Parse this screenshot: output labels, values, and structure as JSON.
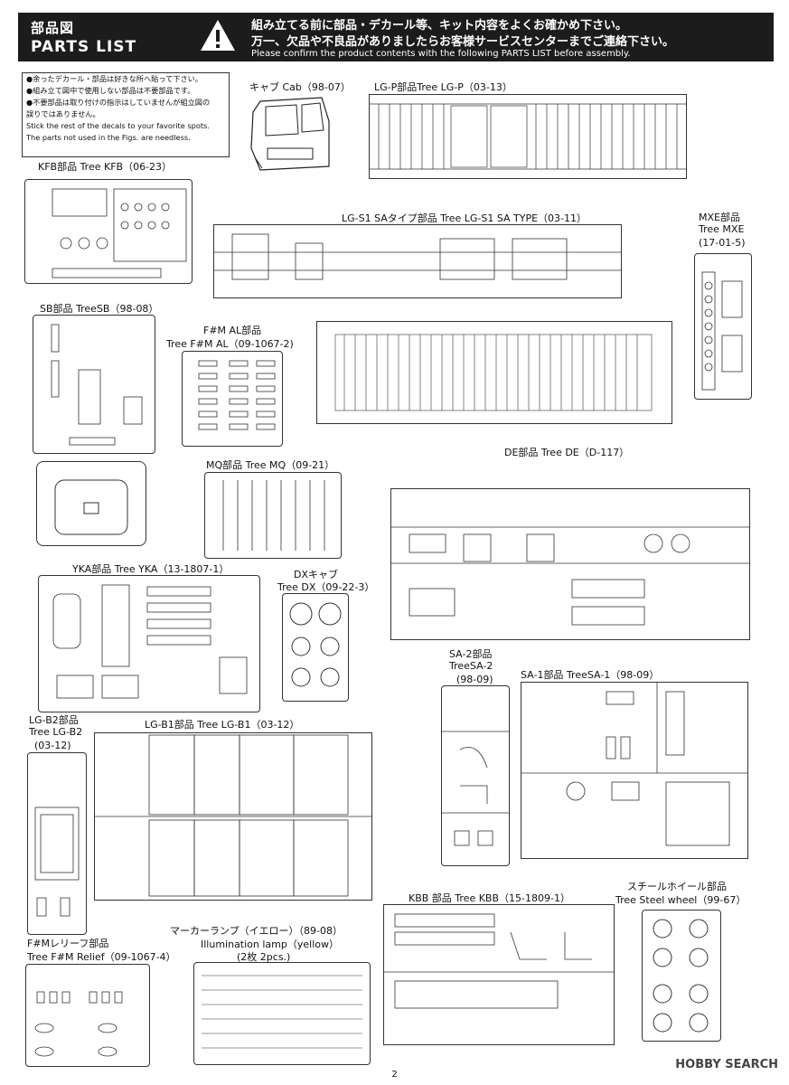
{
  "header": {
    "title_jp": "部品図",
    "title_en": "PARTS LIST",
    "notice_jp_1": "組み立てる前に部品・デカール等、キット内容をよくお確かめ下さい。",
    "notice_jp_2": "万一、欠品や不良品がありましたらお客様サービスセンターまでご連絡下さい。",
    "notice_en": "Please confirm the product contents with the following PARTS LIST before assembly."
  },
  "notes": [
    "●余ったデカール・部品は好きな所へ貼って下さい。",
    "●組み立て図中で使用しない部品は不要部品です。",
    "●不要部品は取り付けの指示はしていませんが組立図の",
    "  誤りではありません。",
    "  Stick the rest of the decals to your favorite spots.",
    "  The parts not used in the Figs. are needless."
  ],
  "trees": {
    "cab": "キャブ Cab（98-07）",
    "lgp": "LG-P部品Tree LG-P（03-13）",
    "kfb": "KFB部品 Tree KFB（06-23）",
    "lgs1": "LG-S1 SAタイプ部品 Tree LG-S1 SA TYPE（03-11）",
    "mxe_1": "MXE部品",
    "mxe_2": "Tree MXE",
    "mxe_3": "(17-01-5)",
    "sb": "SB部品 TreeSB（98-08）",
    "fmal_1": "F#M AL部品",
    "fmal_2": "Tree F#M AL（09-1067-2)",
    "mq": "MQ部品 Tree MQ（09-21）",
    "de": "DE部品 Tree DE（D-117）",
    "yka": "YKA部品 Tree YKA（13-1807-1）",
    "dx_1": "DXキャブ",
    "dx_2": "Tree DX（09-22-3）",
    "sa2_1": "SA-2部品",
    "sa2_2": "TreeSA-2",
    "sa2_3": "(98-09)",
    "sa1": "SA-1部品 TreeSA-1（98-09）",
    "lgb2_1": "LG-B2部品",
    "lgb2_2": "Tree LG-B2",
    "lgb2_3": "(03-12)",
    "lgb1": "LG-B1部品 Tree LG-B1（03-12）",
    "kbb": "KBB 部品 Tree KBB（15-1809-1）",
    "steel_1": "スチールホイール部品",
    "steel_2": "Tree Steel wheel（99-67）",
    "fmr_1": "F#Mレリーフ部品",
    "fmr_2": "Tree F#M Relief（09-1067-4）",
    "marker_1": "マーカーランプ（イエロー）（89-08）",
    "marker_2": "Illumination lamp（yellow）",
    "marker_3": "(2枚 2pcs.)"
  },
  "page_number": "2",
  "watermark": "HOBBY SEARCH"
}
